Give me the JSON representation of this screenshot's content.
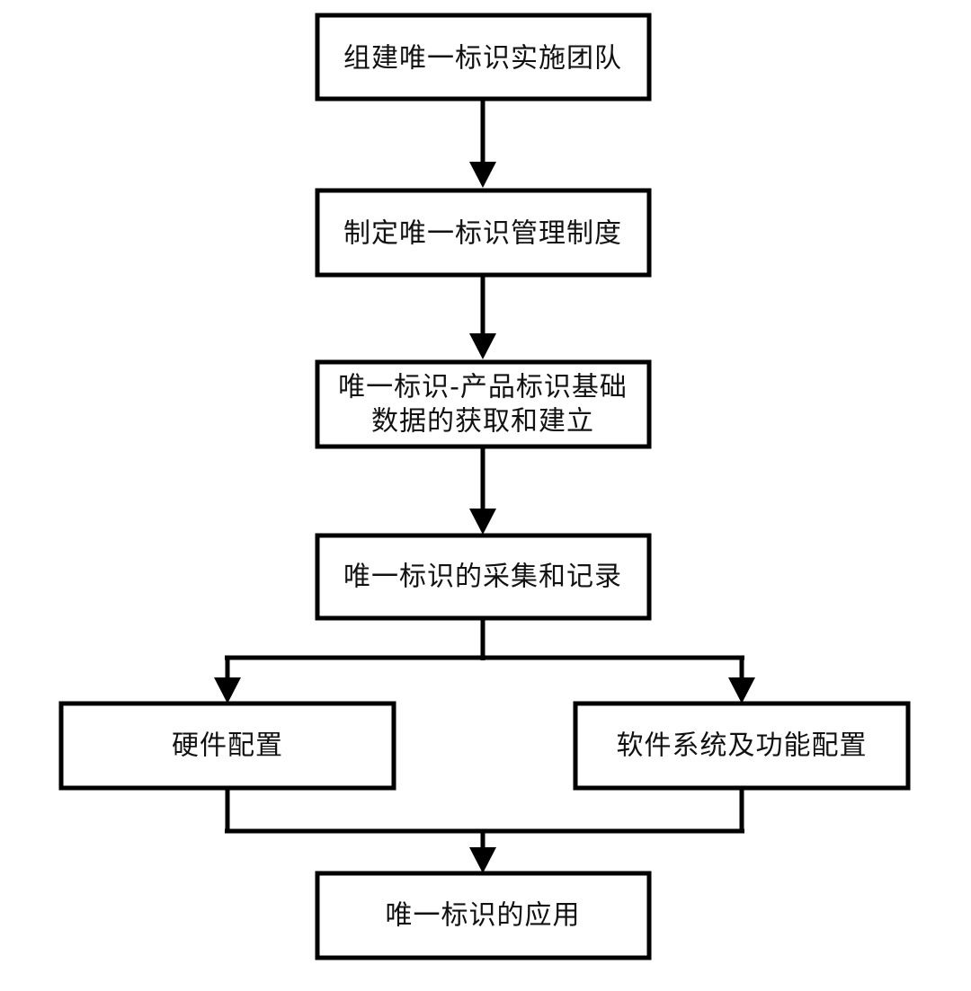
{
  "diagram": {
    "type": "flowchart",
    "orientation": "top-to-bottom",
    "background_color": "#ffffff",
    "line_color": "#000000",
    "text_color": "#111111",
    "nodes": [
      {
        "id": "n1",
        "label": "组建唯一标识实施团队",
        "lines": [
          "组建唯一标识实施团队"
        ],
        "shape": "rectangle"
      },
      {
        "id": "n2",
        "label": "制定唯一标识管理制度",
        "lines": [
          "制定唯一标识管理制度"
        ],
        "shape": "rectangle"
      },
      {
        "id": "n3",
        "label": "唯一标识-产品标识基础数据的获取和建立",
        "lines": [
          "唯一标识-产品标识基础",
          "数据的获取和建立"
        ],
        "shape": "rectangle"
      },
      {
        "id": "n4",
        "label": "唯一标识的采集和记录",
        "lines": [
          "唯一标识的采集和记录"
        ],
        "shape": "rectangle"
      },
      {
        "id": "n5",
        "label": "硬件配置",
        "lines": [
          "硬件配置"
        ],
        "shape": "rectangle"
      },
      {
        "id": "n6",
        "label": "软件系统及功能配置",
        "lines": [
          "软件系统及功能配置"
        ],
        "shape": "rectangle"
      },
      {
        "id": "n7",
        "label": "唯一标识的应用",
        "lines": [
          "唯一标识的应用"
        ],
        "shape": "rectangle"
      }
    ],
    "edges": [
      {
        "id": "e1",
        "from": "n1",
        "to": "n2",
        "arrow": true
      },
      {
        "id": "e2",
        "from": "n2",
        "to": "n3",
        "arrow": true
      },
      {
        "id": "e3",
        "from": "n3",
        "to": "n4",
        "arrow": true
      },
      {
        "id": "e4",
        "from": "n4",
        "to": "n5",
        "arrow": true
      },
      {
        "id": "e5",
        "from": "n4",
        "to": "n6",
        "arrow": true
      },
      {
        "id": "e6",
        "from": "n5",
        "to": "n7",
        "arrow": true
      },
      {
        "id": "e7",
        "from": "n6",
        "to": "n7",
        "arrow": true
      }
    ]
  }
}
